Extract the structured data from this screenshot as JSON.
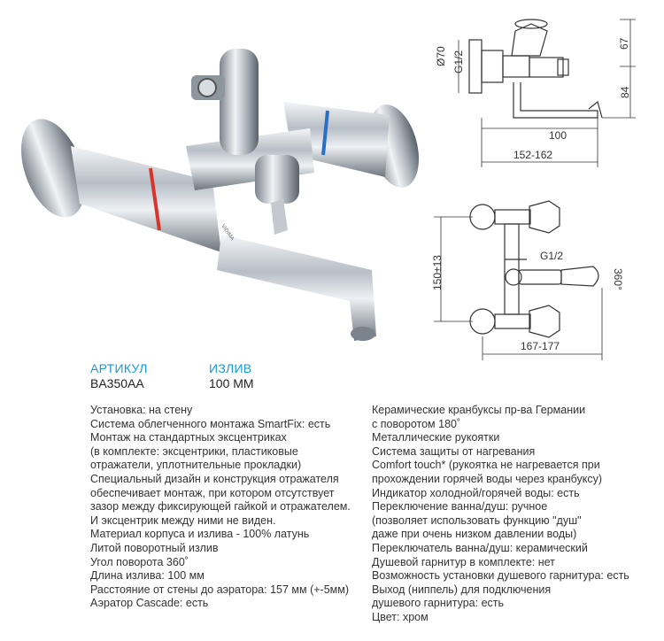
{
  "header": {
    "article_label": "АРТИКУЛ",
    "article_value": "BA350AA",
    "spout_label": "ИЗЛИВ",
    "spout_value": "100 ММ"
  },
  "photo": {
    "brand_mark": "VIDIMA"
  },
  "drawing_top": {
    "dim_diameter": "Ø70",
    "dim_thread": "G1/2",
    "dim_height_upper": "67",
    "dim_height_lower": "84",
    "dim_spout": "100",
    "dim_wall": "152-162"
  },
  "drawing_bottom": {
    "dim_thread": "G1/2",
    "dim_rotation": "360°",
    "dim_centers": "150±13",
    "dim_width": "167-177"
  },
  "specs_left": [
    "Установка: на стену",
    "Система облегченного монтажа SmartFix: есть",
    "Монтаж на стандартных эксцентриках",
    "(в комплекте: эксцентрики, пластиковые",
    "отражатели, уплотнительные прокладки)",
    "Специальный дизайн и конструкция отражателя",
    "обеспечивает монтаж, при котором отсутствует",
    "зазор между фиксирующей гайкой и отражателем.",
    "И эксцентрик между ними не виден.",
    "Материал корпуса и излива - 100% латунь",
    "Литой поворотный излив",
    "Угол поворота 360˚",
    "Длина излива: 100 мм",
    "Расстояние от стены до аэратора: 157 мм (+-5мм)",
    "Аэратор Cascade: есть"
  ],
  "specs_right": [
    "Керамические кранбуксы пр-ва Германии",
    "с поворотом 180˚",
    "Металлические рукоятки",
    "Система защиты от нагревания",
    "Comfort touch* (рукоятка не нагревается при",
    "прохождении горячей воды через кранбуксу)",
    "Индикатор холодной/горячей воды: есть",
    "Переключение ванна/душ: ручное",
    "(позволяет использовать функцию \"душ\"",
    "даже при очень низком давлении воды)",
    "Переключатель ванна/душ: керамический",
    "Душевой гарнитур в комплекте: нет",
    "Возможность установки душевого гарнитура: есть",
    "Выход (ниппель) для подключения",
    "душевого гарнитура: есть",
    "Цвет: хром"
  ]
}
